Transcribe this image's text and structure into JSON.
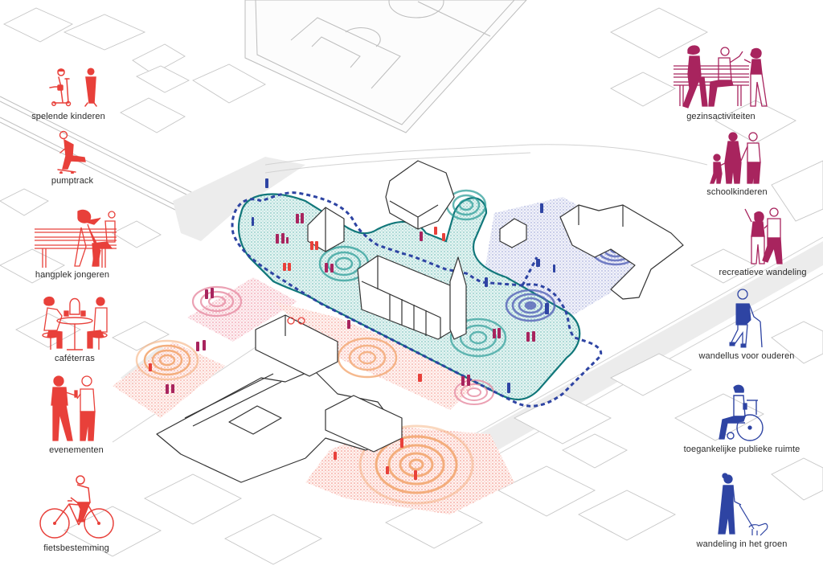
{
  "colors": {
    "red": "#e8403a",
    "magenta": "#a8245e",
    "blue": "#2e44a3",
    "teal": "#11777a",
    "teal_fill": "#bfe6e3",
    "pink_fill": "#f4b9c7",
    "orange_ring": "#f5b985",
    "building_line": "#333333",
    "context_line": "#c9c9c9",
    "road_fill": "#ececec"
  },
  "legend_left": [
    {
      "id": "spelende-kinderen",
      "label": "spelende kinderen",
      "icon": "child-scooter-icon",
      "color": "red"
    },
    {
      "id": "pumptrack",
      "label": "pumptrack",
      "icon": "skateboarder-icon",
      "color": "red"
    },
    {
      "id": "hangplek-jongeren",
      "label": "hangplek jongeren",
      "icon": "youth-bench-icon",
      "color": "red"
    },
    {
      "id": "cafeterras",
      "label": "caféterras",
      "icon": "cafe-table-icon",
      "color": "red"
    },
    {
      "id": "evenementen",
      "label": "evenementen",
      "icon": "toasting-people-icon",
      "color": "red"
    },
    {
      "id": "fietsbestemming",
      "label": "fietsbestemming",
      "icon": "cyclist-icon",
      "color": "red"
    }
  ],
  "legend_right": [
    {
      "id": "gezinsactiviteiten",
      "label": "gezinsactiviteiten",
      "icon": "family-bench-icon",
      "color": "magenta"
    },
    {
      "id": "schoolkinderen",
      "label": "schoolkinderen",
      "icon": "parents-child-icon",
      "color": "magenta"
    },
    {
      "id": "recreatieve-wandeling",
      "label": "recreatieve wandeling",
      "icon": "walking-couple-icon",
      "color": "magenta"
    },
    {
      "id": "wandellus-voor-ouderen",
      "label": "wandellus voor ouderen",
      "icon": "elderly-cane-icon",
      "color": "blue"
    },
    {
      "id": "toegankelijke-publieke-ruimte",
      "label": "toegankelijke publieke ruimte",
      "icon": "wheelchair-user-icon",
      "color": "blue"
    },
    {
      "id": "wandeling-in-het-groen",
      "label": "wandeling in het groen",
      "icon": "dog-walker-icon",
      "color": "blue"
    }
  ],
  "map": {
    "zones": [
      {
        "name": "church-square-loop",
        "fill": "teal_fill",
        "outline": "teal"
      },
      {
        "name": "east-garden",
        "fill": "blue",
        "outline": "none"
      },
      {
        "name": "west-plaza",
        "fill": "pink_fill",
        "outline": "none"
      },
      {
        "name": "south-event-square",
        "fill": "pink_fill",
        "outline": "none"
      }
    ],
    "walking_loop": {
      "style": "dashed",
      "color": "blue"
    }
  }
}
